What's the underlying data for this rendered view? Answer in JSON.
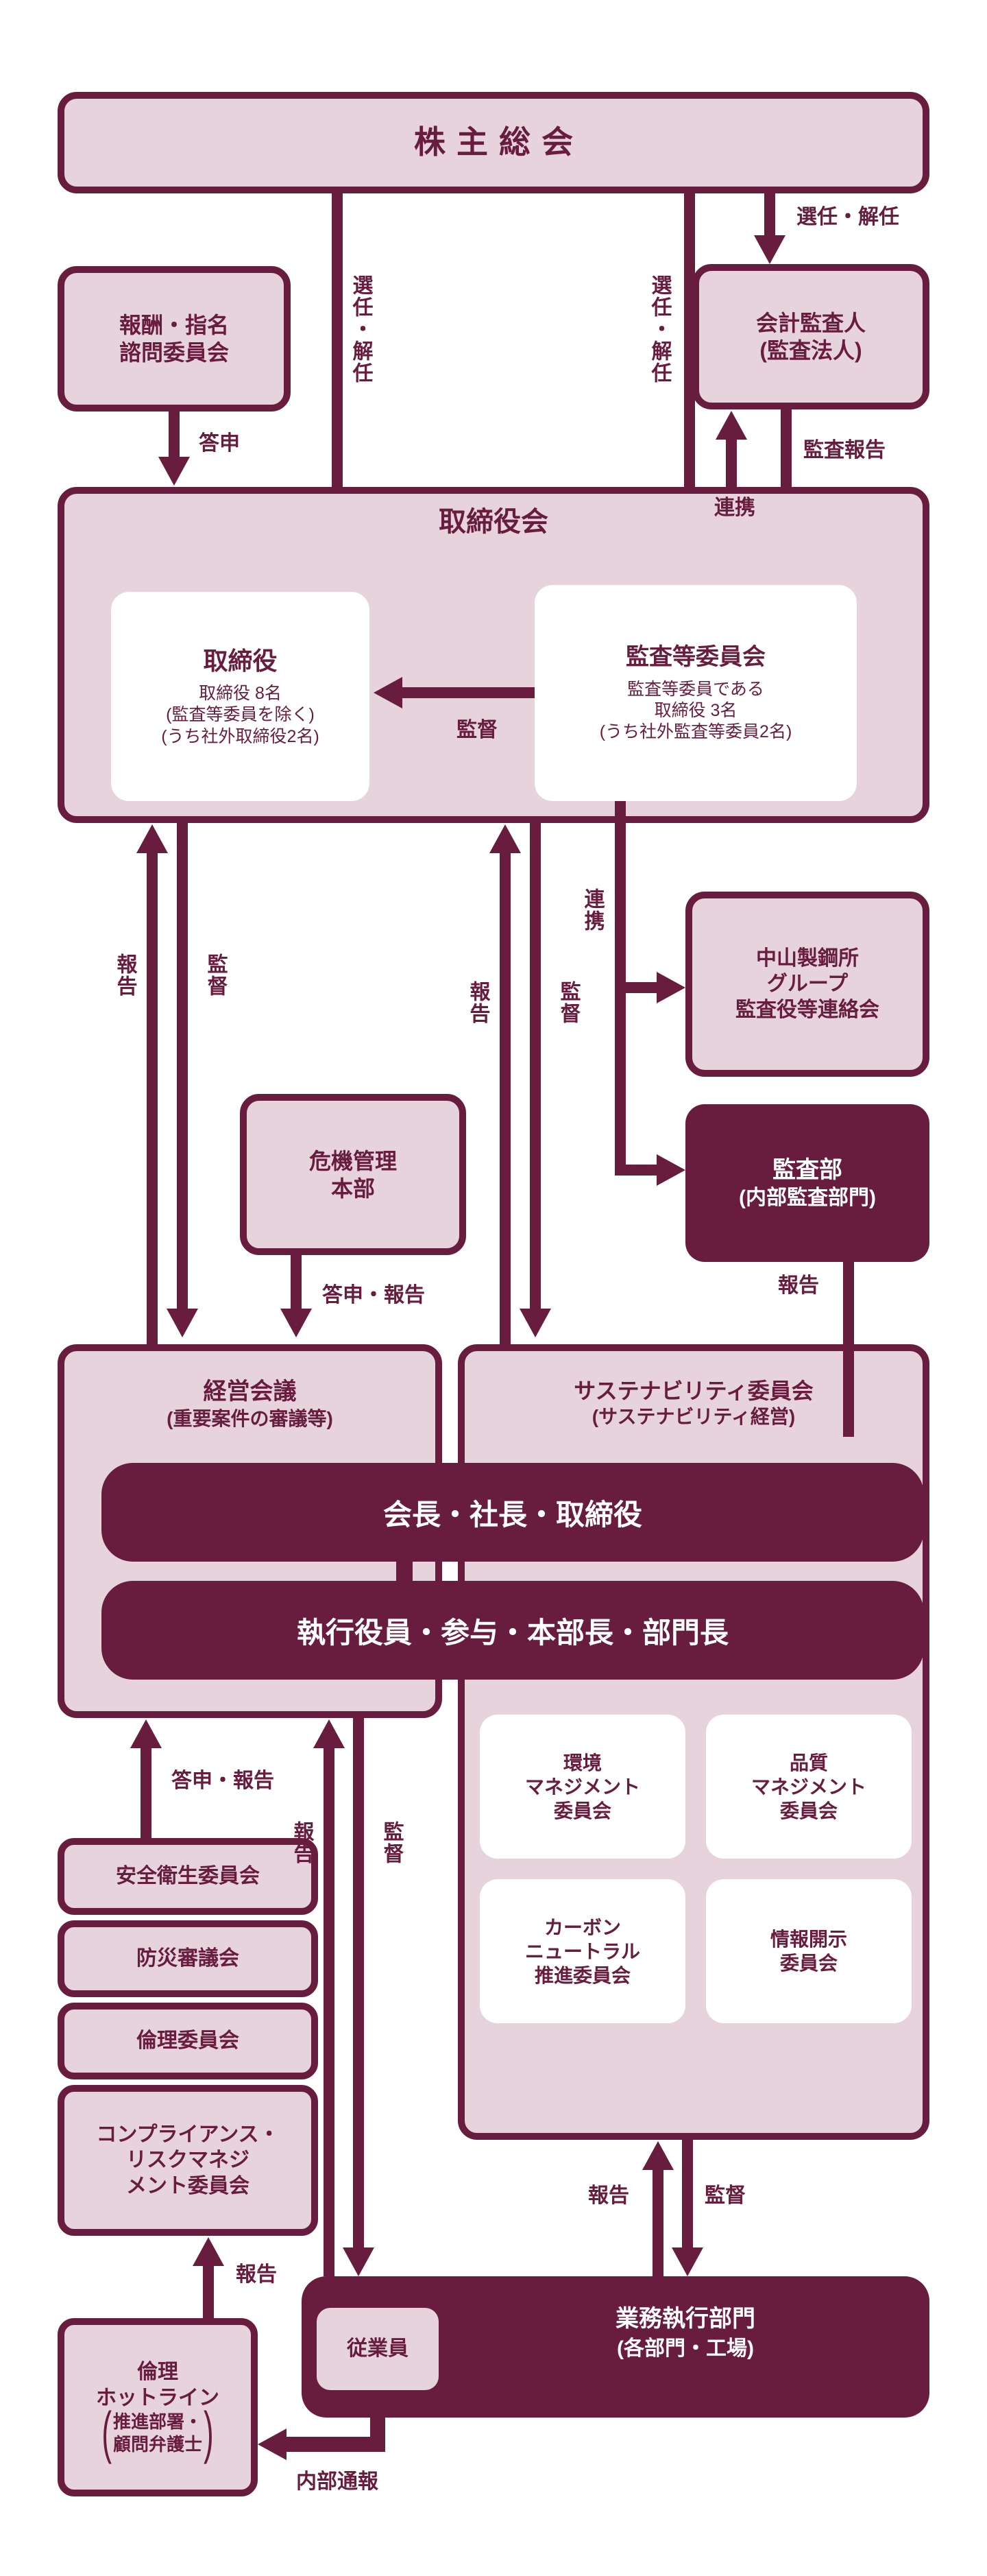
{
  "colors": {
    "maroon": "#681d3f",
    "pink": "#e6d3dc",
    "white": "#ffffff"
  },
  "nodes": {
    "shareholders": {
      "title": "株主総会"
    },
    "remuneration": {
      "line1": "報酬・指名",
      "line2": "諮問委員会"
    },
    "auditor": {
      "line1": "会計監査人",
      "line2": "(監査法人)"
    },
    "board": {
      "title": "取締役会"
    },
    "directors": {
      "title": "取締役",
      "line1": "取締役 8名",
      "line2": "(監査等委員を除く)",
      "line3": "(うち社外取締役2名)"
    },
    "audit_committee": {
      "title": "監査等委員会",
      "line1": "監査等委員である",
      "line2": "取締役 3名",
      "line3": "(うち社外監査等委員2名)"
    },
    "group_auditors": {
      "line1": "中山製鋼所",
      "line2": "グループ",
      "line3": "監査役等連絡会"
    },
    "audit_dept": {
      "line1": "監査部",
      "line2": "(内部監査部門)"
    },
    "crisis_hq": {
      "line1": "危機管理",
      "line2": "本部"
    },
    "management_meeting": {
      "line1": "経営会議",
      "line2": "(重要案件の審議等)"
    },
    "sustainability": {
      "line1": "サステナビリティ委員会",
      "line2": "(サステナビリティ経営)"
    },
    "chairman_bar": {
      "title": "会長・社長・取締役"
    },
    "executives_bar": {
      "title": "執行役員・参与・本部長・部門長"
    },
    "env_committee": {
      "line1": "環境",
      "line2": "マネジメント",
      "line3": "委員会"
    },
    "quality_committee": {
      "line1": "品質",
      "line2": "マネジメント",
      "line3": "委員会"
    },
    "carbon_committee": {
      "line1": "カーボン",
      "line2": "ニュートラル",
      "line3": "推進委員会"
    },
    "disclosure_committee": {
      "line1": "情報開示",
      "line2": "委員会"
    },
    "safety_committee": {
      "title": "安全衛生委員会"
    },
    "disaster_council": {
      "title": "防災審議会"
    },
    "ethics_committee": {
      "title": "倫理委員会"
    },
    "compliance_committee": {
      "line1": "コンプライアンス・",
      "line2": "リスクマネジ",
      "line3": "メント委員会"
    },
    "ethics_hotline": {
      "line1": "倫理",
      "line2": "ホットライン",
      "paren_open": "(",
      "paren_line1": "推進部署・",
      "paren_line2": "顧問弁護士",
      "paren_close": ")"
    },
    "employees": {
      "title": "従業員"
    },
    "operating_divisions": {
      "line1": "業務執行部門",
      "line2": "(各部門・工場)"
    }
  },
  "labels": {
    "appoint_dismiss": "選任・解任",
    "report": "報告",
    "supervise": "監督",
    "cooperate": "連携",
    "audit_report": "監査報告",
    "reply": "答申",
    "reply_report": "答申・報告",
    "internal_whistle": "内部通報"
  }
}
